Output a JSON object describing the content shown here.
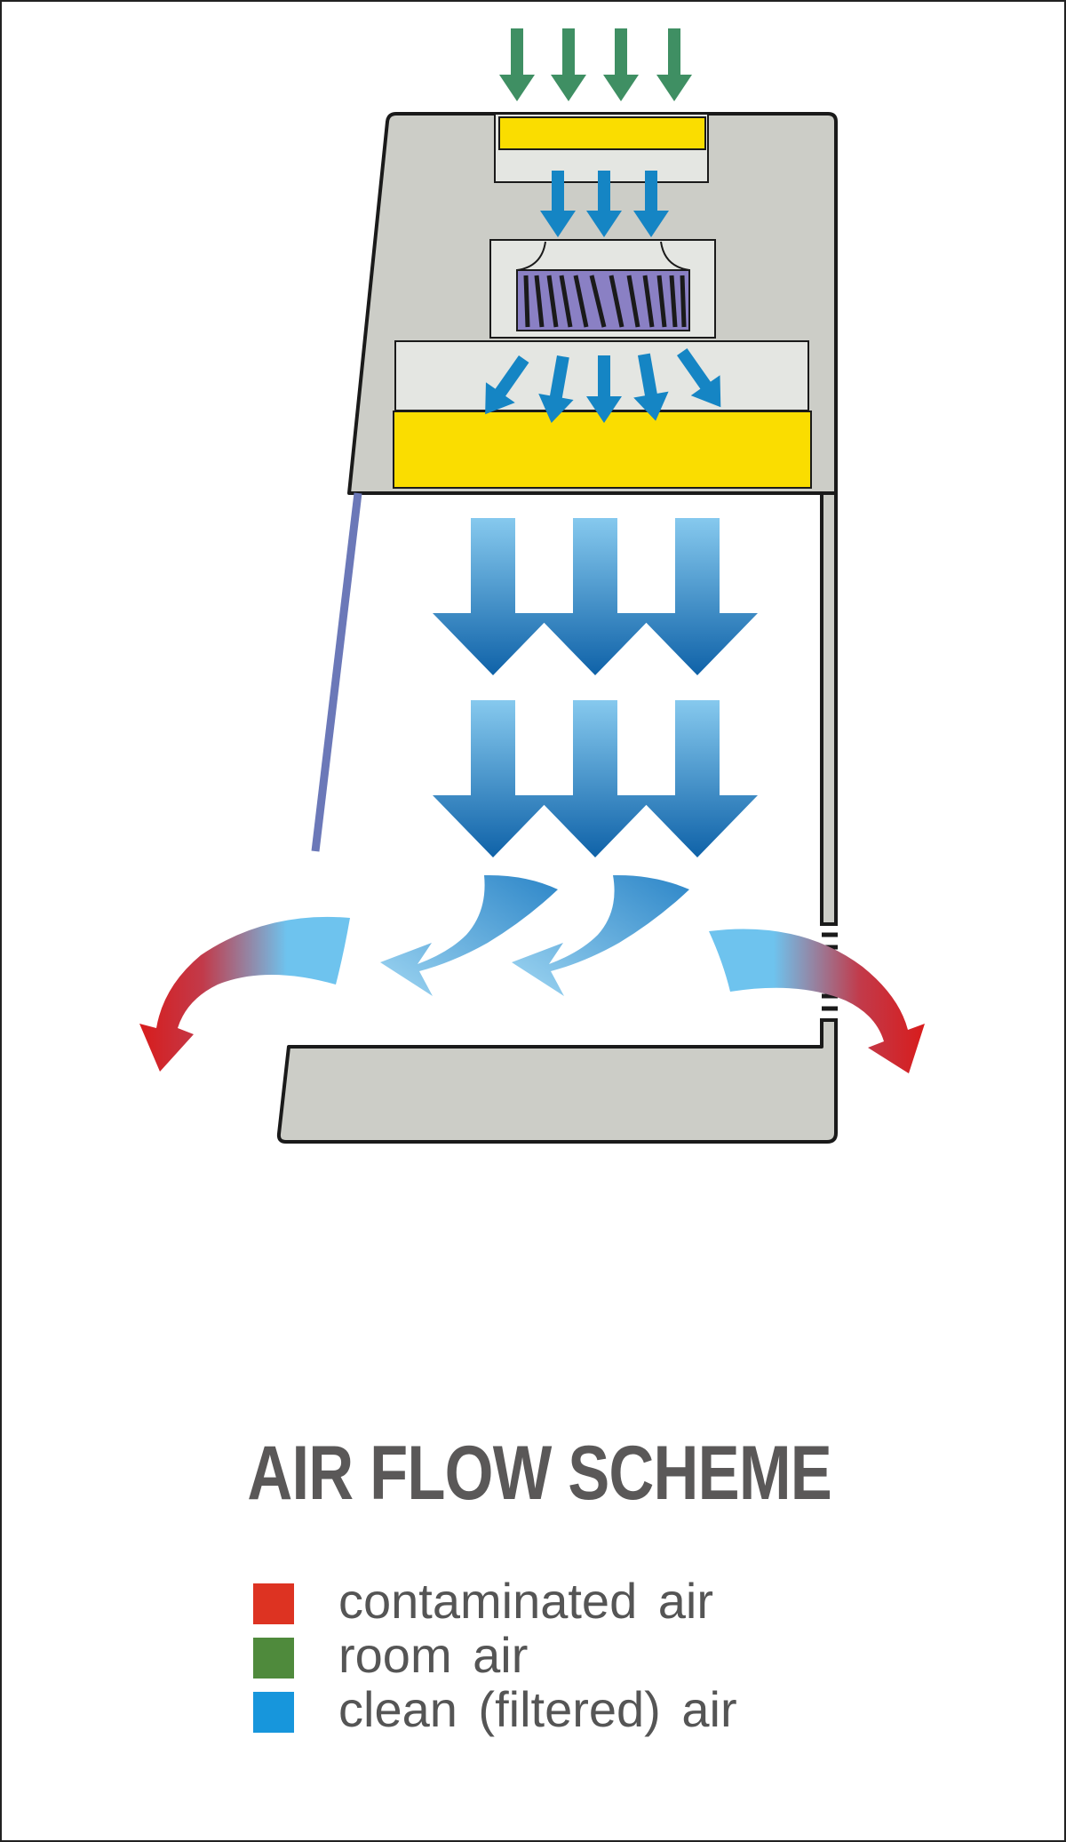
{
  "title": "AIR FLOW SCHEME",
  "legend": [
    {
      "label": "contaminated air",
      "color": "#dd3322"
    },
    {
      "label": "room air",
      "color": "#4f8a3c"
    },
    {
      "label": "clean (filtered) air",
      "color": "#1796dc"
    }
  ],
  "colors": {
    "cabinet_body": "#cccdc7",
    "filter": "#fadd00",
    "fan": "#8a80c4",
    "sash": "#6b78b8",
    "room_air_arrow": "#3f8f63",
    "filtered_air_arrow": "#1585c4",
    "exhaust_arrow": "#d82020"
  }
}
